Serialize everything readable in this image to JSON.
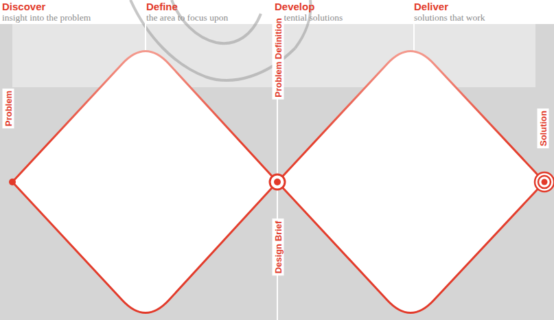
{
  "diagram": {
    "labels": [
      "Discover",
      "insight into the problem",
      "Define",
      "the area to focus upon",
      "Develop",
      "potential solutions",
      "Deliver",
      "solutions that work",
      "Problem",
      "Problem Definition",
      "Design Brief",
      "Solution"
    ]
  }
}
